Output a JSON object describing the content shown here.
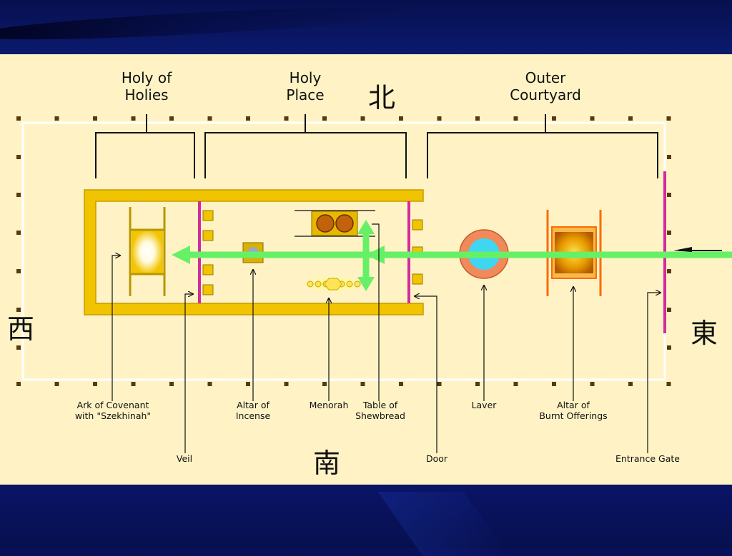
{
  "sections": {
    "holy_of_holies": "Holy of\nHolies",
    "holy_place": "Holy\nPlace",
    "outer_courtyard": "Outer\nCourtyard"
  },
  "directions": {
    "north": "北",
    "south": "南",
    "east": "東",
    "west": "西"
  },
  "labels": {
    "ark": "Ark of Covenant\nwith \"Szekhinah\"",
    "veil": "Veil",
    "altar_incense": "Altar of\nIncense",
    "menorah": "Menorah",
    "table_shewbread": "Table of\nShewbread",
    "door": "Door",
    "laver": "Laver",
    "altar_burnt": "Altar of\nBurnt Offerings",
    "entrance_gate": "Entrance Gate"
  },
  "colors": {
    "slide_background": "#0a0f5a",
    "panel": "#fff3c5",
    "gold": "#f0c400",
    "curtain": "#d42aa0",
    "path_arrow": "#66f066",
    "laver_water": "#3fd6f2",
    "laver_rim": "#f08a5a",
    "altar_frame": "#ff6a00"
  }
}
